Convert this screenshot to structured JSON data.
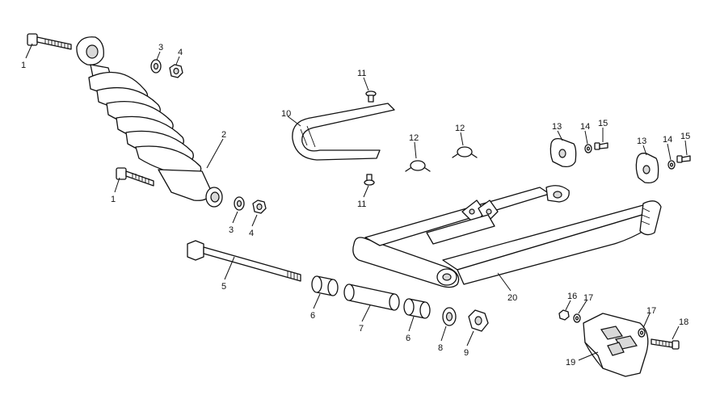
{
  "labels": [
    "1",
    "1",
    "2",
    "3",
    "3",
    "4",
    "4",
    "5",
    "6",
    "6",
    "7",
    "8",
    "9",
    "10",
    "11",
    "11",
    "12",
    "12",
    "13",
    "13",
    "14",
    "14",
    "15",
    "15",
    "16",
    "17",
    "17",
    "18",
    "19",
    "20"
  ]
}
